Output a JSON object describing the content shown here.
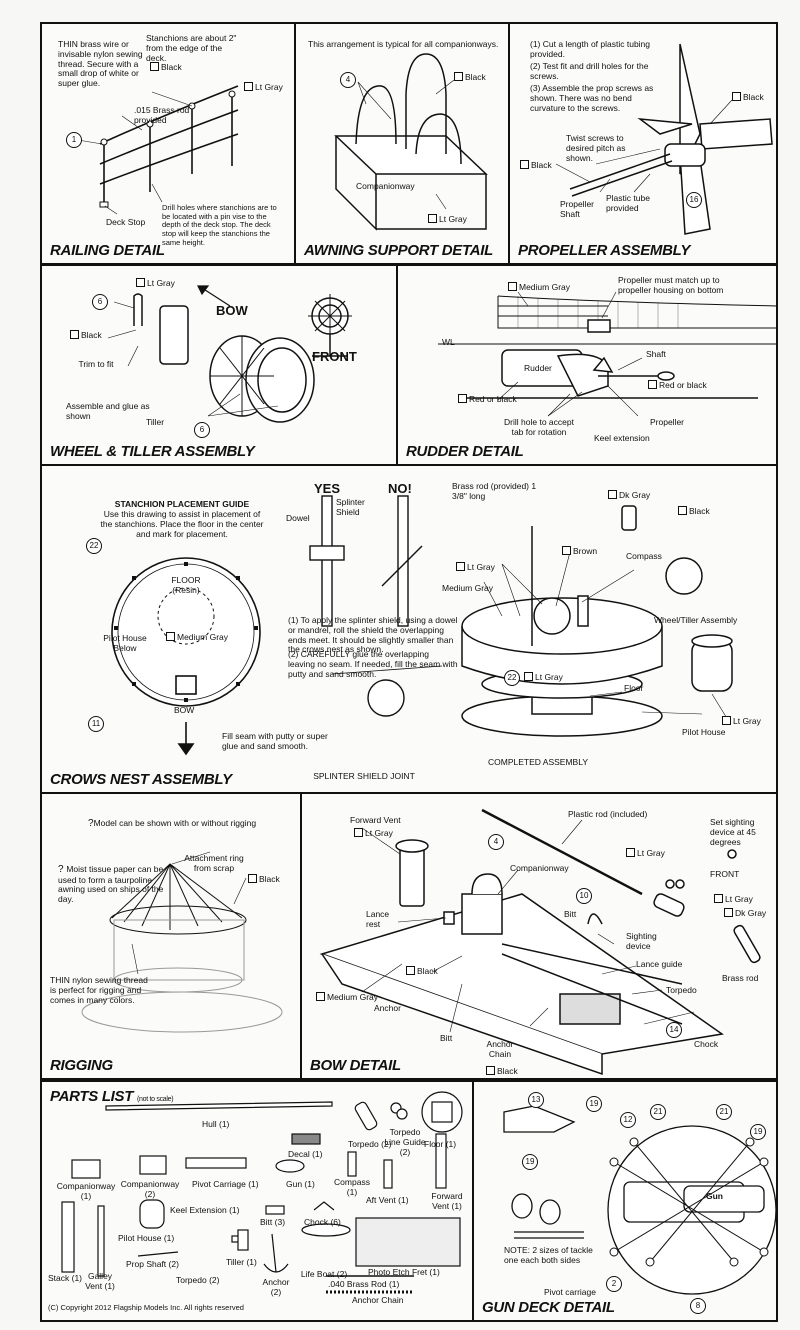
{
  "railing": {
    "title": "RAILING DETAIL",
    "note_wire": "THIN brass wire or invisable nylon sewing thread. Secure with a small drop of white or super glue.",
    "note_stanchions": "Stanchions are about 2\" from the edge of the deck.",
    "color_black": "Black",
    "color_ltgray": "Lt Gray",
    "brass_rod": ".015 Brass rod provided",
    "deck_stop": "Deck Stop",
    "note_drill": "Drill holes where stanchions are to be located with a pin vise to the depth of the deck stop. The deck stop will keep the stanchions the same height.",
    "part_num": "1"
  },
  "awning": {
    "title": "AWNING SUPPORT DETAIL",
    "note": "This arrangement is typical for all companionways.",
    "color_black": "Black",
    "companionway": "Companionway",
    "color_ltgray": "Lt Gray",
    "part_num": "4"
  },
  "propeller": {
    "title": "PROPELLER ASSEMBLY",
    "steps": [
      "(1) Cut a length of plastic tubing provided.",
      "(2) Test fit and drill holes for the screws.",
      "(3) Assemble the prop screws as shown. There was no bend curvature to the screws."
    ],
    "color_black": "Black",
    "twist": "Twist screws to desired pitch as shown.",
    "color_black2": "Black",
    "prop_shaft": "Propeller Shaft",
    "plastic_tube": "Plastic tube provided",
    "part_num": "16"
  },
  "wheel": {
    "title": "WHEEL & TILLER ASSEMBLY",
    "color_ltgray": "Lt Gray",
    "bow": "BOW",
    "color_black": "Black",
    "trim": "Trim to fit",
    "assemble": "Assemble and glue as shown",
    "tiller": "Tiller",
    "front": "FRONT",
    "part_a": "6",
    "part_b": "6"
  },
  "rudder": {
    "title": "RUDDER DETAIL",
    "color_medgray": "Medium Gray",
    "prop_match": "Propeller must match up to propeller housing on bottom",
    "wl": "WL",
    "shaft": "Shaft",
    "rudder": "Rudder",
    "red_black": "Red or black",
    "red_black2": "Red or black",
    "propeller": "Propeller",
    "drill": "Drill hole to accept tab for rotation",
    "keel": "Keel extension"
  },
  "crows": {
    "title": "CROWS NEST ASSEMBLY",
    "guide_title": "STANCHION PLACEMENT GUIDE",
    "guide_note": "Use this drawing to assist in placement of the stanchions. Place the floor in the center and mark for placement.",
    "floor": "FLOOR (Resin)",
    "medgray": "Medium Gray",
    "pilot_below": "Pilot House Below",
    "bow": "BOW",
    "part_22": "22",
    "part_11": "11",
    "yes": "YES",
    "no": "NO!",
    "dowel": "Dowel",
    "splinter": "Splinter Shield",
    "step1": "(1) To apply the splinter shield, using a dowel or mandrel, roll the shield the overlapping ends meet. It should be slightly smaller than the crows nest as shown.",
    "step2": "(2) CAREFULLY glue the overlapping leaving no seam. If needed, fill the seam with putty and sand smooth.",
    "fill_seam": "Fill seam with putty or super glue and sand smooth.",
    "joint": "SPLINTER SHIELD JOINT",
    "brass_rod": "Brass rod (provided) 1 3/8\" long",
    "dkgray": "Dk Gray",
    "black": "Black",
    "ltgray": "Lt Gray",
    "brown": "Brown",
    "compass": "Compass",
    "medgray2": "Medium Gray",
    "wheel_tiller": "Wheel/Tiller Assembly",
    "ltgray2": "Lt Gray",
    "floor2": "Floor",
    "ltgray3": "Lt Gray",
    "pilot_house": "Pilot House",
    "completed": "COMPLETED ASSEMBLY",
    "part_22b": "22"
  },
  "rigging": {
    "title": "RIGGING",
    "note_top": "Model can be shown with or without rigging",
    "tissue": "Moist tissue paper can be used to form a taurpoline awning used on ships of the day.",
    "attach": "Attachment ring from scrap",
    "black": "Black",
    "nylon": "THIN nylon sewing thread is perfect for rigging and comes in many colors."
  },
  "bow": {
    "title": "BOW DETAIL",
    "fwd_vent": "Forward Vent",
    "ltgray": "Lt Gray",
    "plastic_rod": "Plastic rod (included)",
    "companionway": "Companionway",
    "sighting": "Set sighting device at 45 degrees",
    "ltgray2": "Lt Gray",
    "front": "FRONT",
    "ltgray3": "Lt Gray",
    "dkgray": "Dk Gray",
    "bitt": "Bitt",
    "lance_rest": "Lance rest",
    "sighting_dev": "Sighting device",
    "lance_guide": "Lance guide",
    "torpedo": "Torpedo",
    "brass_rod": "Brass rod",
    "black": "Black",
    "medgray": "Medium Gray",
    "anchor": "Anchor",
    "bitt2": "Bitt",
    "anchor_chain": "Anchor Chain",
    "black2": "Black",
    "chock": "Chock",
    "part_4": "4",
    "part_10": "10",
    "part_14": "14"
  },
  "parts": {
    "title": "PARTS LIST",
    "subtitle": "(not to scale)",
    "hull": "Hull (1)",
    "decal": "Decal (1)",
    "torpedo": "Torpedo (2)",
    "line_guide": "Torpedo Line Guide (2)",
    "floor": "Floor (1)",
    "comp1": "Companionway (1)",
    "comp2": "Companionway (2)",
    "pivot": "Pivot Carriage (1)",
    "gun": "Gun (1)",
    "compass": "Compass (1)",
    "aft_vent": "Aft Vent (1)",
    "fwd_vent": "Forward Vent (1)",
    "keel": "Keel Extension (1)",
    "bitt": "Bitt (3)",
    "chock": "Chock (6)",
    "pilot": "Pilot House (1)",
    "stack": "Stack (1)",
    "galley": "Galley Vent (1)",
    "prop_shaft": "Prop Shaft (2)",
    "torpedo2": "Torpedo (2)",
    "tiller": "Tiller (1)",
    "anchor": "Anchor (2)",
    "lifeboat": "Life Boat (2)",
    "photo": "Photo Etch Fret (1)",
    "brass": ".040 Brass Rod (1)",
    "chain": "Anchor Chain",
    "copyright": "(C) Copyright 2012 Flagship Models Inc. All rights reserved"
  },
  "gun": {
    "title": "GUN DECK DETAIL",
    "gun": "Gun",
    "note": "NOTE: 2 sizes of tackle one each both sides",
    "pivot": "Pivot carriage",
    "n13": "13",
    "n19a": "19",
    "n12": "12",
    "n21a": "21",
    "n21b": "21",
    "n19b": "19",
    "n19c": "19",
    "n2": "2",
    "n8": "8"
  }
}
